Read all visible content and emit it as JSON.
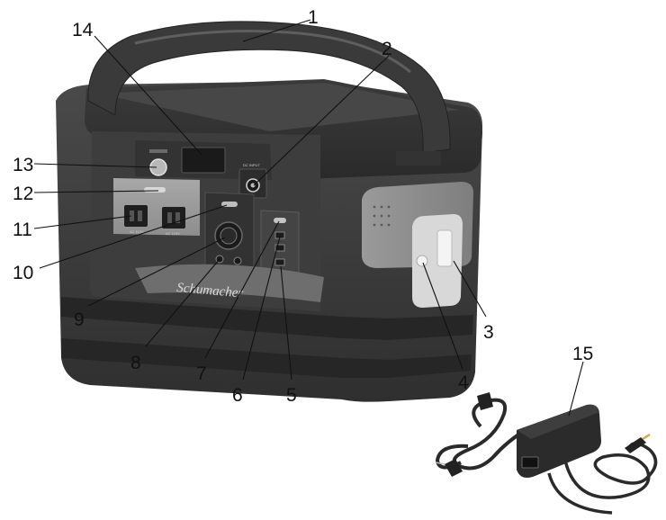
{
  "brand_text": "Schumacher",
  "port_labels": {
    "dc_input": "DC INPUT",
    "ac_left": "AC 110V",
    "ac_right": "AC 110V"
  },
  "callouts": [
    {
      "id": "c1",
      "label": "1"
    },
    {
      "id": "c2",
      "label": "2"
    },
    {
      "id": "c3",
      "label": "3"
    },
    {
      "id": "c4",
      "label": "4"
    },
    {
      "id": "c5",
      "label": "5"
    },
    {
      "id": "c6",
      "label": "6"
    },
    {
      "id": "c7",
      "label": "7"
    },
    {
      "id": "c8",
      "label": "8"
    },
    {
      "id": "c9",
      "label": "9"
    },
    {
      "id": "c10",
      "label": "10"
    },
    {
      "id": "c11",
      "label": "11"
    },
    {
      "id": "c12",
      "label": "12"
    },
    {
      "id": "c13",
      "label": "13"
    },
    {
      "id": "c14",
      "label": "14"
    },
    {
      "id": "c15",
      "label": "15"
    }
  ]
}
